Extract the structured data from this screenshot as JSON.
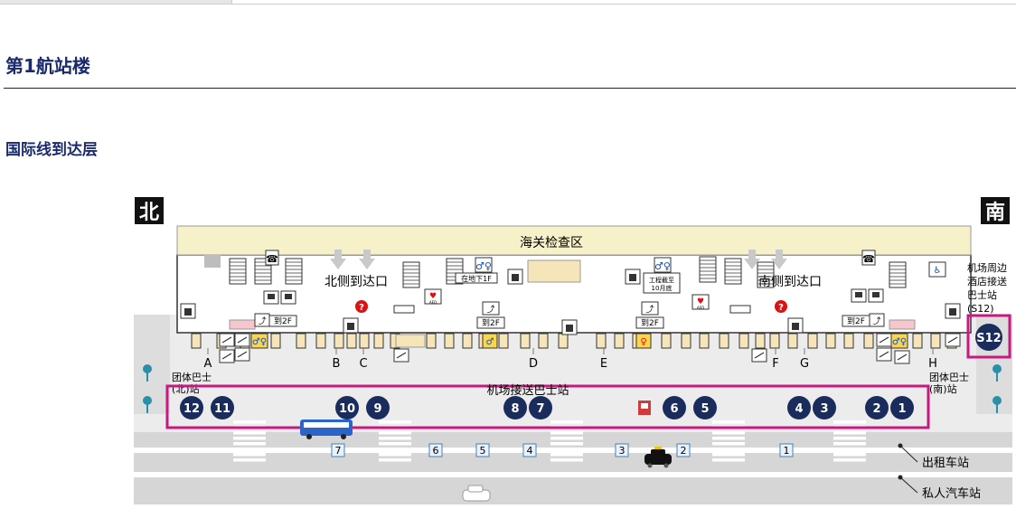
{
  "page": {
    "section_title": "第1航站楼",
    "floor_title": "国际线到达层"
  },
  "map": {
    "north_label": "北",
    "south_label": "南",
    "customs_label": "海关检查区",
    "north_exit_label": "北侧到达口",
    "south_exit_label": "南侧到达口",
    "basement_label": "在地下1F",
    "to_2f_label": "到2F",
    "construction_note": [
      "工程截至",
      "10月底"
    ],
    "aed_label": "AED",
    "door_letters": [
      "A",
      "B",
      "C",
      "D",
      "E",
      "F",
      "G",
      "H"
    ],
    "shuttle_stop_label": "机场接送巴士站",
    "group_bus_north": [
      "团体巴士",
      "(北)站"
    ],
    "group_bus_south": [
      "团体巴士",
      "(南)站"
    ],
    "hotel_bus_label": [
      "机场周边",
      "酒店接送",
      "巴士站",
      "(S12)"
    ],
    "hotel_bus_stop": "S12",
    "bus_stops": [
      "12",
      "11",
      "10",
      "9",
      "8",
      "7",
      "6",
      "5",
      "4",
      "3",
      "2",
      "1"
    ],
    "lane_numbers": [
      "7",
      "6",
      "5",
      "4",
      "3",
      "2",
      "1"
    ],
    "taxi_label": "出租车站",
    "private_car_label": "私人汽车站",
    "colors": {
      "navy": "#1a2c5b",
      "magenta": "#c7197f",
      "customs_fill": "#f6f1c8",
      "road": "#dcdcdc",
      "sidewalk": "#e8e8e8",
      "wall": "#333333"
    }
  }
}
